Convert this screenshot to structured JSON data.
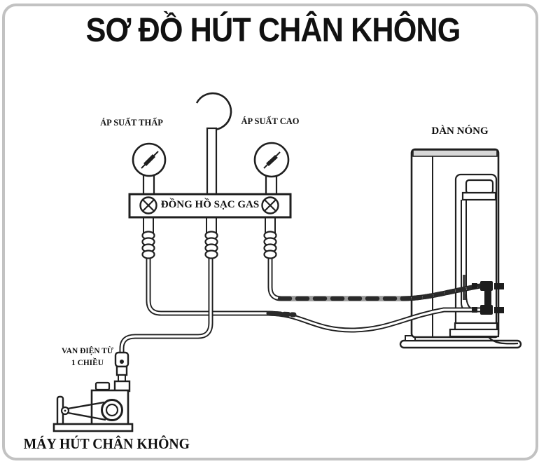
{
  "title": "SƠ ĐỒ HÚT CHÂN KHÔNG",
  "diagram": {
    "labels": {
      "low_pressure_gauge": "ÁP SUẤT THẤP",
      "high_pressure_gauge": "ÁP SUẤT CAO",
      "manifold": "ĐỒNG HỒ SẠC GAS",
      "condenser_unit": "DÀN NÓNG",
      "solenoid_valve_line1": "VAN ĐIỆN TỪ",
      "solenoid_valve_line2": "1 CHIỀU",
      "vacuum_pump": "MÁY HÚT CHÂN KHÔNG"
    },
    "components": [
      "low-pressure-gauge",
      "high-pressure-gauge",
      "manifold-gauge-block",
      "hanger-hook",
      "service-hoses",
      "one-way-solenoid-valve",
      "vacuum-pump",
      "condenser-outdoor-unit",
      "service-valves"
    ],
    "colors": {
      "line": "#1f1f1f",
      "card_border": "#c2c2c2",
      "background": "#ffffff",
      "top_shade": "#d8d8d8",
      "fitting_black": "#1d1d1d",
      "hose_gray_segment": "#9a9a9a"
    }
  }
}
